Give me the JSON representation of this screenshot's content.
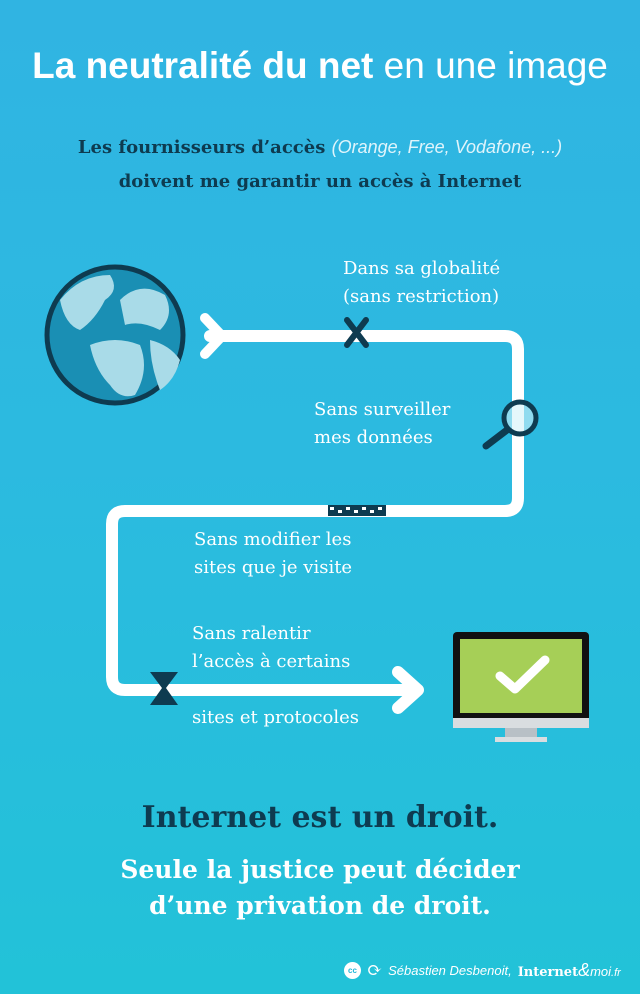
{
  "title": {
    "bold": "La neutralité du net",
    "light": "en une image"
  },
  "subtitle": {
    "line1_bold": "Les fournisseurs d’accès",
    "line1_italic": "(Orange, Free, Vodafone, ...)",
    "line2": "doivent me garantir un accès à Internet"
  },
  "path_labels": {
    "globality_1": "Dans sa globalité",
    "globality_2": "(sans restriction)",
    "surveil_1": "Sans surveiller",
    "surveil_2": "mes données",
    "modify_1": "Sans modifier les",
    "modify_2": "sites que je visite",
    "slow_1": "Sans ralentir",
    "slow_2": "l’accès à certains",
    "slow_3": "sites et protocoles"
  },
  "conclusion": {
    "title": "Internet est un droit.",
    "line1": "Seule la justice peut décider",
    "line2": "d’une privation de droit."
  },
  "credit": {
    "cc": "cc",
    "author": "Sébastien Desbenoit,",
    "site_a": "Internet",
    "site_amp": "&",
    "site_b": "moi",
    "site_tld": ".fr"
  },
  "colors": {
    "dark": "#0e3b50",
    "screen": "#a6cf57",
    "globe_land": "#a9dbe8",
    "globe_sea": "#1a8fb4"
  }
}
